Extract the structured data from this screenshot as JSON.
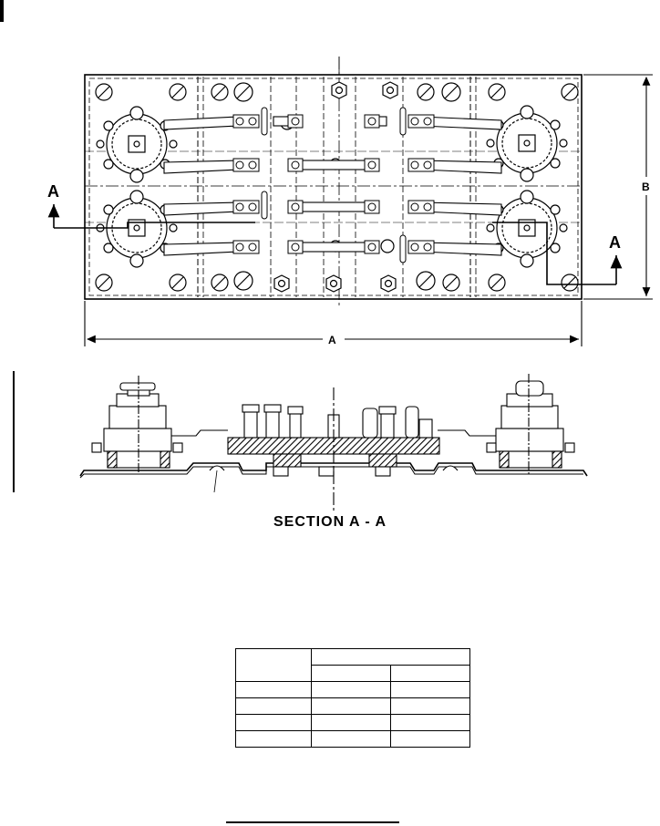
{
  "labels": {
    "dim_a": "A",
    "dim_b": "B",
    "section_arrow_left": "A",
    "section_arrow_right": "A",
    "section_title": "SECTION  A - A"
  },
  "dimension_table": {
    "rows": [
      [
        "",
        "",
        ""
      ],
      [
        "",
        "",
        ""
      ],
      [
        "",
        "",
        ""
      ],
      [
        "",
        "",
        ""
      ],
      [
        "",
        "",
        ""
      ],
      [
        "",
        "",
        ""
      ]
    ]
  }
}
